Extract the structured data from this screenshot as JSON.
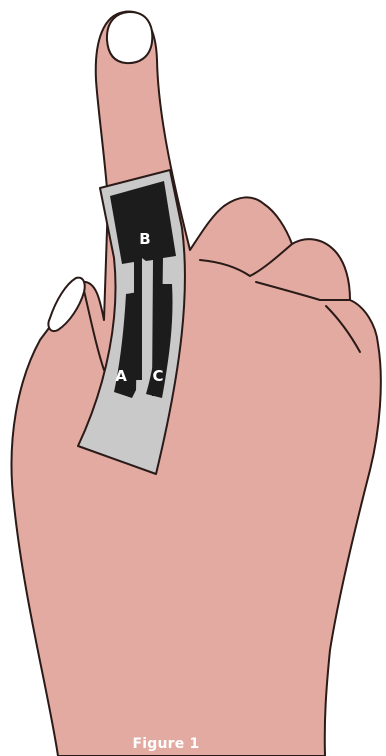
{
  "figure": {
    "caption": "Figure 1",
    "electrodes": {
      "a_label": "A",
      "b_label": "B",
      "c_label": "C"
    }
  },
  "colors": {
    "skin": "#e2aaa0",
    "outline": "#2a1a18",
    "nail": "#ffffff",
    "substrate": "#c9c9c9",
    "electrode": "#1c1c1c",
    "label_text": "#ffffff"
  }
}
